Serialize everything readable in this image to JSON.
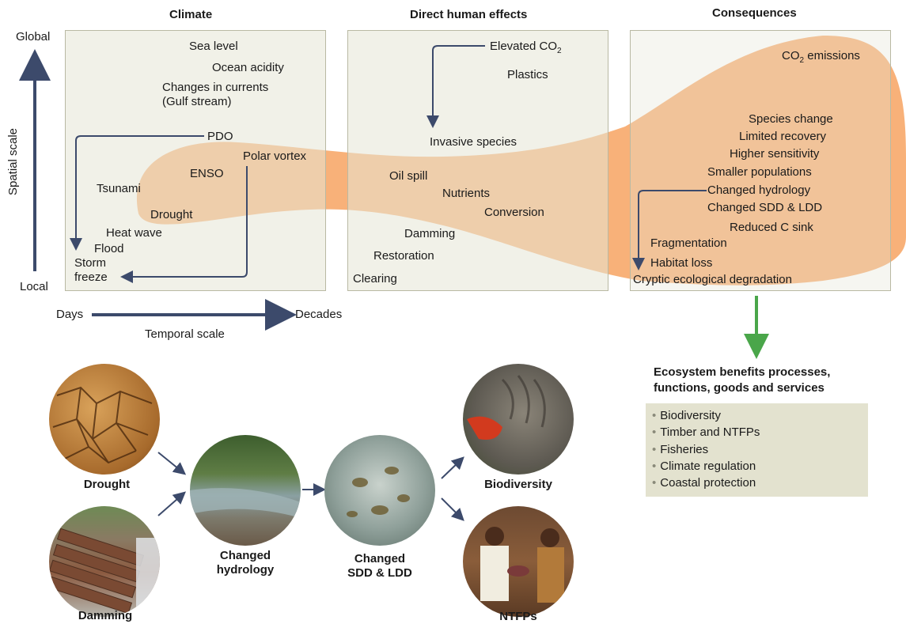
{
  "headers": {
    "climate": "Climate",
    "direct": "Direct human effects",
    "consequences": "Consequences"
  },
  "axes": {
    "y_label": "Spatial scale",
    "y_top": "Global",
    "y_bottom": "Local",
    "x_label": "Temporal scale",
    "x_left": "Days",
    "x_right": "Decades"
  },
  "climate_items": {
    "sea_level": "Sea level",
    "ocean_acidity": "Ocean acidity",
    "currents_1": "Changes in currents",
    "currents_2": "(Gulf stream)",
    "pdo": "PDO",
    "polar_vortex": "Polar vortex",
    "enso": "ENSO",
    "tsunami": "Tsunami",
    "drought": "Drought",
    "heat_wave": "Heat wave",
    "flood": "Flood",
    "storm": "Storm",
    "freeze": "freeze"
  },
  "direct_items": {
    "elevated_co2": "Elevated CO",
    "elevated_co2_sub": "2",
    "plastics": "Plastics",
    "invasive": "Invasive species",
    "oil_spill": "Oil spill",
    "nutrients": "Nutrients",
    "conversion": "Conversion",
    "damming": "Damming",
    "restoration": "Restoration",
    "clearing": "Clearing"
  },
  "consequence_items": {
    "co2_emissions_pre": "CO",
    "co2_emissions_sub": "2",
    "co2_emissions_post": " emissions",
    "species_change": "Species change",
    "limited_recovery": "Limited recovery",
    "higher_sensitivity": "Higher sensitivity",
    "smaller_populations": "Smaller populations",
    "changed_hydrology": "Changed hydrology",
    "changed_sdd": "Changed SDD & LDD",
    "reduced_c": "Reduced C sink",
    "fragmentation": "Fragmentation",
    "habitat_loss": "Habitat loss",
    "cryptic": "Cryptic ecological degradation"
  },
  "benefits": {
    "title_1": "Ecosystem benefits processes,",
    "title_2": "functions, goods and services",
    "items": [
      "Biodiversity",
      "Timber and NTFPs",
      "Fisheries",
      "Climate regulation",
      "Coastal protection"
    ],
    "bullet": "•"
  },
  "photos": {
    "drought": "Drought",
    "damming": "Damming",
    "hydrology_1": "Changed",
    "hydrology_2": "hydrology",
    "sdd_1": "Changed",
    "sdd_2": "SDD & LDD",
    "biodiversity": "Biodiversity",
    "ntfps": "NTFPs"
  },
  "colors": {
    "panel_border": "#b9b9a3",
    "panel_fill": "#e6e5d6",
    "orange_band": "#f7a86a",
    "arrow_navy": "#3c4a6b",
    "green_arrow": "#4aa64a",
    "benefit_box": "#e3e2cf"
  }
}
